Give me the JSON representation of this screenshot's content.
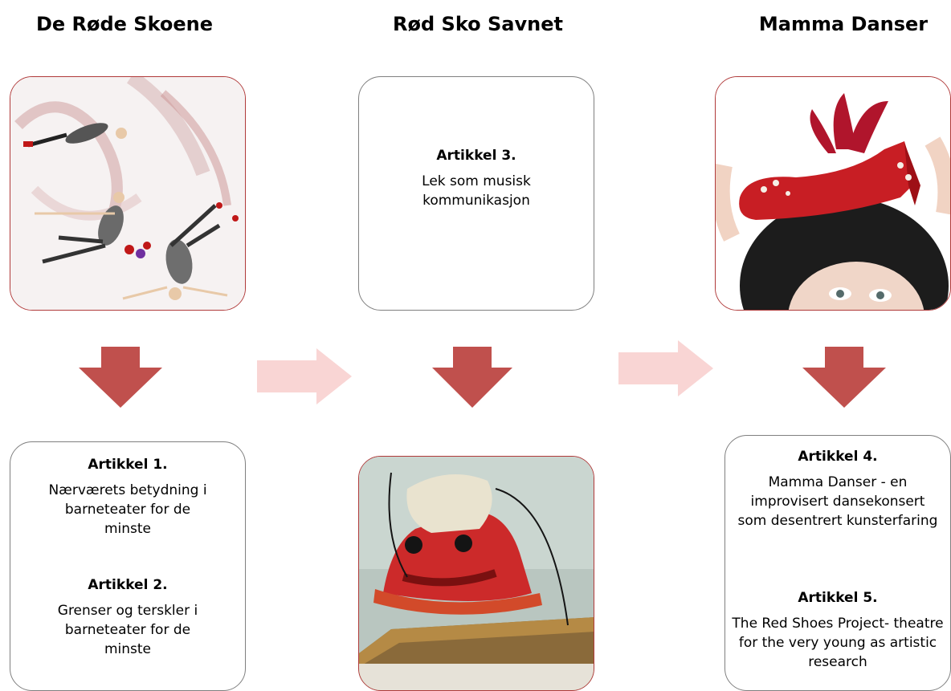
{
  "columns": [
    {
      "title": "De Røde Skoene"
    },
    {
      "title": "Rød Sko Savnet"
    },
    {
      "title": "Mamma Danser"
    }
  ],
  "cards": {
    "artikkel3": {
      "heading": "Artikkel 3.",
      "body": "Lek som musisk kommunikasjon"
    },
    "artikkel1": {
      "heading": "Artikkel 1.",
      "body": "Nærværets betydning i barneteater for de minste"
    },
    "artikkel2": {
      "heading": "Artikkel 2.",
      "body": "Grenser og terskler i barneteater for de minste"
    },
    "artikkel4": {
      "heading": "Artikkel 4.",
      "body": "Mamma Danser - en improvisert dansekonsert som desentrert kunsterfaring"
    },
    "artikkel5": {
      "heading": "Artikkel 5.",
      "body": "The Red Shoes Project- theatre for the very young as artistic research"
    }
  },
  "colors": {
    "down_arrow": "#c0504d",
    "right_arrow": "#f9d5d4",
    "card_border_grey": "#7f7f7f",
    "card_border_red": "#b03a3a"
  }
}
